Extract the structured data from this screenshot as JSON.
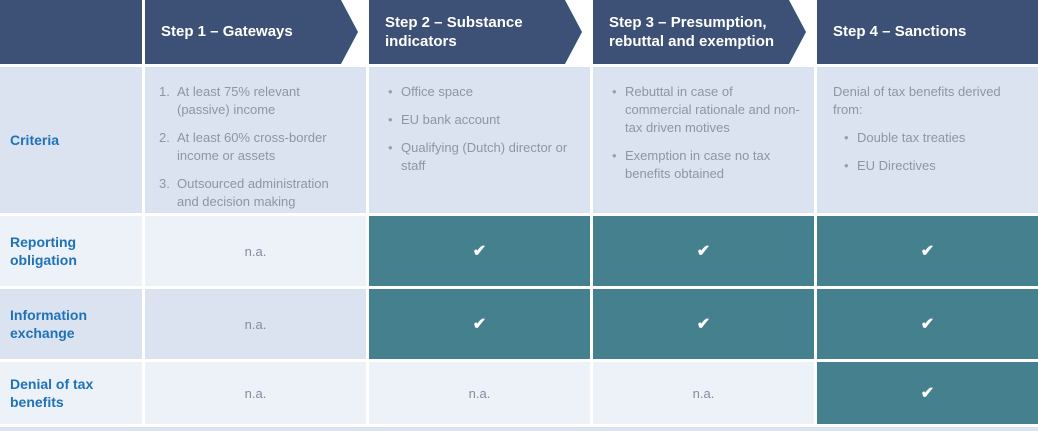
{
  "colors": {
    "header_navy": "#3d5176",
    "check_teal": "#44808e",
    "row_periwinkle": "#dbe3f1",
    "row_light": "#edf1f8",
    "label_blue": "#1e72b8",
    "body_gray": "#8d96a5"
  },
  "header": {
    "steps": [
      "Step 1 – Gateways",
      "Step 2 – Substance indicators",
      "Step 3 – Presumption, rebuttal and exemption",
      "Step 4 – Sanctions"
    ]
  },
  "criteria": {
    "label": "Criteria",
    "gateways": [
      "At least 75% relevant (passive) income",
      "At least 60% cross-border income or assets",
      "Outsourced administration and decision making"
    ],
    "substance": [
      "Office space",
      "EU bank account",
      "Qualifying (Dutch) director or staff"
    ],
    "presumption": [
      "Rebuttal in case of commercial rationale and non-tax driven motives",
      "Exemption in case no tax benefits obtained"
    ],
    "sanctions_intro": "Denial of tax benefits derived from:",
    "sanctions": [
      "Double tax treaties",
      "EU Directives"
    ]
  },
  "reporting": {
    "label": "Reporting obligation"
  },
  "information": {
    "label": "Information exchange"
  },
  "denial": {
    "label": "Denial of tax benefits"
  },
  "na_text": "n.a.",
  "check_glyph": "✔"
}
